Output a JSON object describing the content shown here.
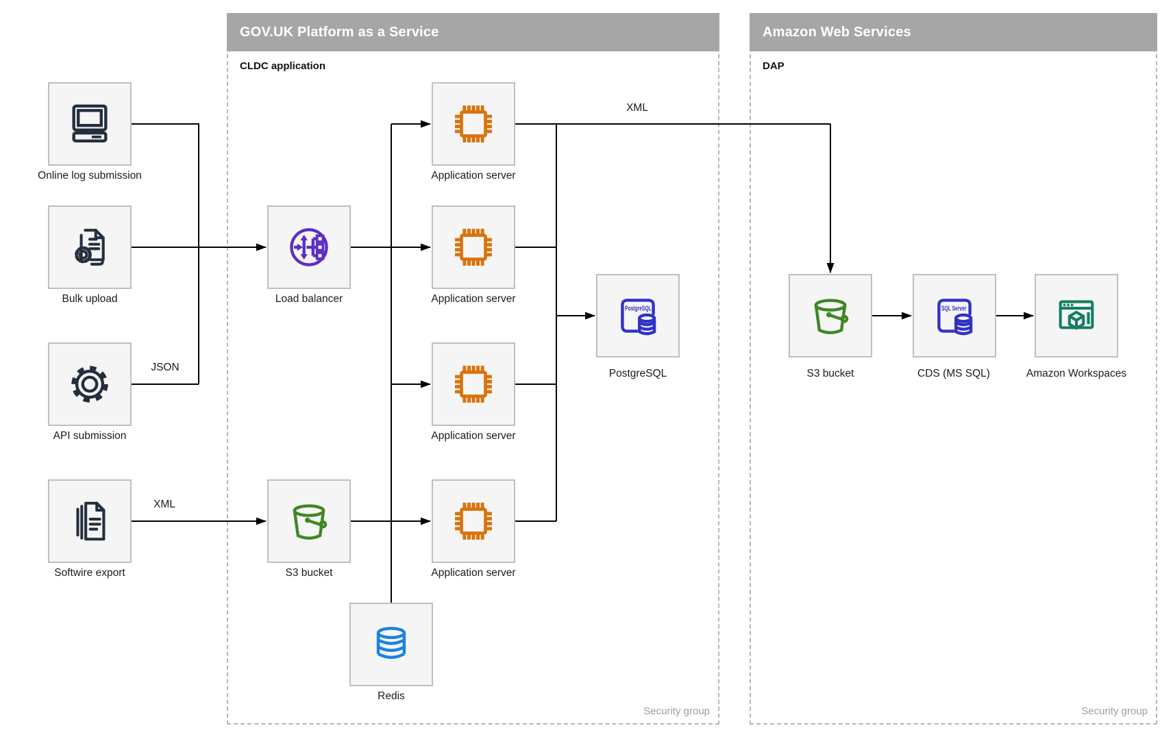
{
  "diagram": {
    "containers": {
      "govuk": {
        "title": "GOV.UK Platform as a Service",
        "sublabel": "CLDC application",
        "footer": "Security group"
      },
      "aws": {
        "title": "Amazon Web Services",
        "sublabel": "DAP",
        "footer": "Security group"
      }
    },
    "nodes": {
      "online_log": {
        "label": "Online log submission"
      },
      "bulk_upload": {
        "label": "Bulk upload"
      },
      "api_submission": {
        "label": "API submission"
      },
      "softwire_export": {
        "label": "Softwire export"
      },
      "load_balancer": {
        "label": "Load balancer"
      },
      "app_server_1": {
        "label": "Application server"
      },
      "app_server_2": {
        "label": "Application server"
      },
      "app_server_3": {
        "label": "Application server"
      },
      "app_server_4": {
        "label": "Application server"
      },
      "postgresql": {
        "label": "PostgreSQL",
        "icon_text": "PostgreSQL"
      },
      "s3_govuk": {
        "label": "S3 bucket"
      },
      "redis": {
        "label": "Redis"
      },
      "s3_aws": {
        "label": "S3 bucket"
      },
      "cds": {
        "label": "CDS (MS SQL)",
        "icon_text": "SQL Server"
      },
      "workspaces": {
        "label": "Amazon Workspaces"
      }
    },
    "edge_labels": {
      "json": "JSON",
      "softwire_xml": "XML",
      "feed_xml": "XML"
    },
    "colors": {
      "header_bar": "#a6a6a6",
      "node_fill": "#f5f5f5",
      "node_border": "#bfbfbf",
      "ink": "#232f3e",
      "orange": "#d9730d",
      "purple": "#5c2ec5",
      "db_blue": "#3132c4",
      "green": "#3f8624",
      "redis_blue": "#1a82e2",
      "teal": "#147d64",
      "line": "#000000",
      "muted_text": "#9e9e9e"
    }
  }
}
